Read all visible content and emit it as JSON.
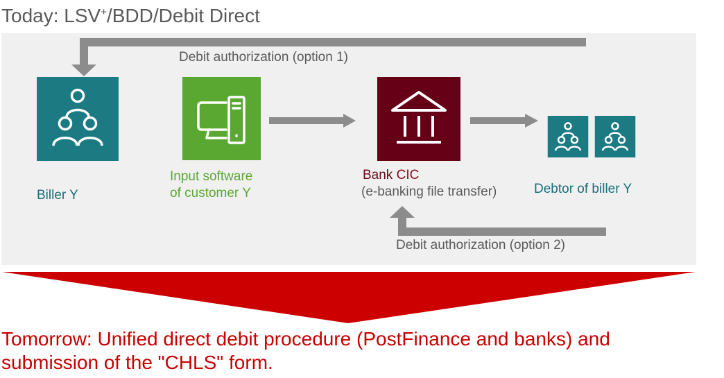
{
  "title": {
    "prefix": "Today: LSV",
    "superscript": "+",
    "suffix": "/BDD/Debit Direct"
  },
  "arrows": {
    "top_label": "Debit authorization (option 1)",
    "bottom_label": "Debit authorization (option 2)"
  },
  "nodes": {
    "biller": {
      "label": "Biller Y",
      "icon": "people-group-icon",
      "color": "#1b7a82"
    },
    "software": {
      "label_line1": "Input software",
      "label_line2": "of customer Y",
      "icon": "computer-icon",
      "color": "#5aa832"
    },
    "bank": {
      "label_prefix": "Bank ",
      "label_strong": "CIC",
      "sublabel": "(e-banking file transfer)",
      "icon": "bank-building-icon",
      "color": "#650016"
    },
    "debtor": {
      "label": "Debtor of biller Y",
      "icon": "people-group-icon",
      "color": "#1b7a82"
    }
  },
  "colors": {
    "arrow": "#8c8c8c",
    "panel": "#f0f0f0",
    "transition_arrow": "#cc0000"
  },
  "bottom_text": {
    "line1": "Tomorrow: Unified direct debit procedure (PostFinance and banks) and",
    "line2": "submission of the \"CHLS\" form."
  }
}
